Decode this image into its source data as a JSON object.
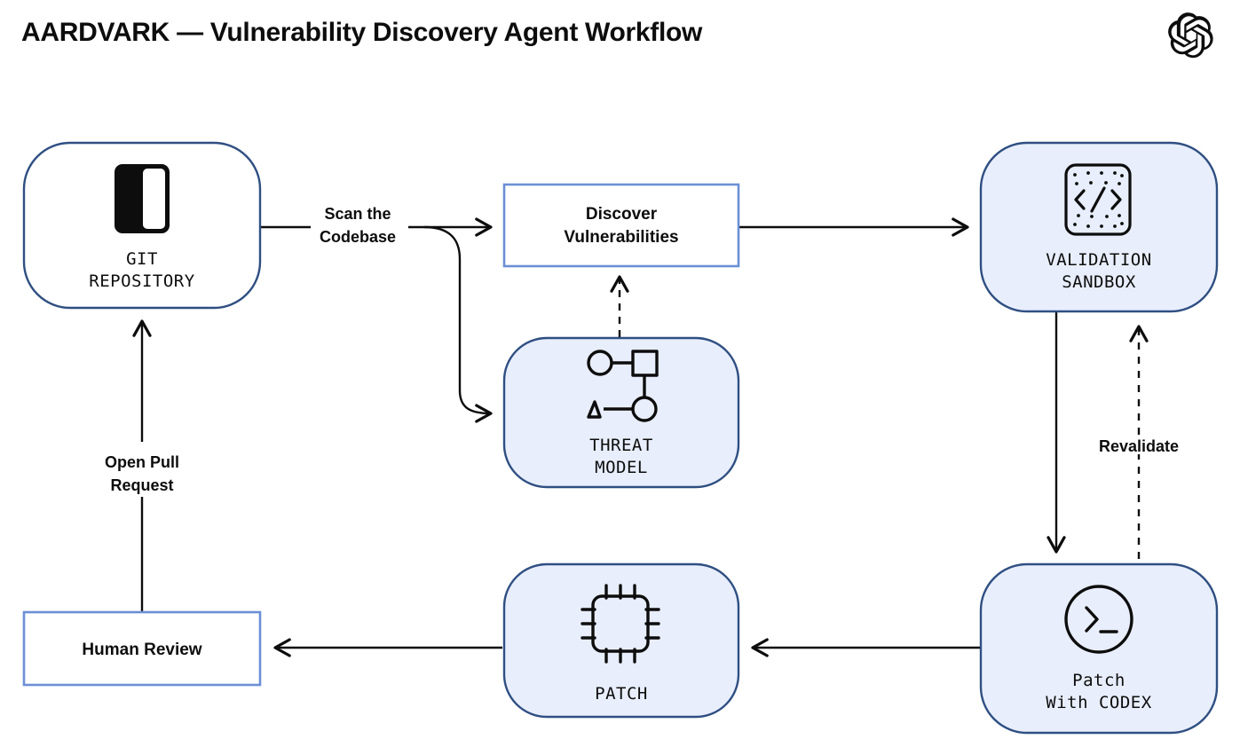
{
  "header": {
    "title": "AARDVARK — Vulnerability Discovery Agent Workflow",
    "logo_icon": "openai-logo-icon"
  },
  "diagram": {
    "type": "flowchart",
    "colors": {
      "node_fill_blue": "#e8eefc",
      "node_border_navy": "#2f4f82",
      "box_border_blue": "#6b8fd6",
      "box_fill_white": "#ffffff",
      "edge_stroke": "#0d0d0d",
      "text": "#0d0d0d"
    },
    "nodes": [
      {
        "id": "git-repository",
        "label_line1": "GIT",
        "label_line2": "REPOSITORY",
        "icon": "repository-split-square-icon",
        "shape": "rounded-rect",
        "fill": "white",
        "border": "navy"
      },
      {
        "id": "discover-vulnerabilities",
        "label_line1": "Discover",
        "label_line2": "Vulnerabilities",
        "icon": "none",
        "shape": "rect",
        "fill": "white",
        "border": "blue"
      },
      {
        "id": "threat-model",
        "label_line1": "THREAT",
        "label_line2": "MODEL",
        "icon": "graph-nodes-icon",
        "shape": "rounded-rect",
        "fill": "blue",
        "border": "navy"
      },
      {
        "id": "validation-sandbox",
        "label_line1": "VALIDATION",
        "label_line2": "SANDBOX",
        "icon": "code-brackets-sandbox-icon",
        "shape": "rounded-rect",
        "fill": "blue",
        "border": "navy"
      },
      {
        "id": "patch-with-codex",
        "label_line1": "Patch",
        "label_line2": "With CODEX",
        "icon": "terminal-prompt-circle-icon",
        "shape": "rounded-rect",
        "fill": "blue",
        "border": "navy"
      },
      {
        "id": "patch",
        "label_line1": "PATCH",
        "label_line2": "",
        "icon": "cpu-chip-icon",
        "shape": "rounded-rect",
        "fill": "blue",
        "border": "navy"
      },
      {
        "id": "human-review",
        "label_line1": "Human Review",
        "label_line2": "",
        "icon": "none",
        "shape": "rect",
        "fill": "white",
        "border": "blue"
      }
    ],
    "edges": [
      {
        "id": "scan-the-codebase",
        "from": "git-repository",
        "to": "discover-vulnerabilities",
        "label_line1": "Scan the",
        "label_line2": "Codebase",
        "style": "solid"
      },
      {
        "id": "scan-branch-to-threat-model",
        "from": "git-repository",
        "to": "threat-model",
        "label_line1": "",
        "label_line2": "",
        "style": "solid"
      },
      {
        "id": "threat-model-informs-discovery",
        "from": "threat-model",
        "to": "discover-vulnerabilities",
        "label_line1": "",
        "label_line2": "",
        "style": "dashed"
      },
      {
        "id": "discovery-to-sandbox",
        "from": "discover-vulnerabilities",
        "to": "validation-sandbox",
        "label_line1": "",
        "label_line2": "",
        "style": "solid"
      },
      {
        "id": "sandbox-to-codex",
        "from": "validation-sandbox",
        "to": "patch-with-codex",
        "label_line1": "",
        "label_line2": "",
        "style": "solid"
      },
      {
        "id": "revalidate",
        "from": "patch-with-codex",
        "to": "validation-sandbox",
        "label_line1": "Revalidate",
        "label_line2": "",
        "style": "dashed"
      },
      {
        "id": "codex-to-patch",
        "from": "patch-with-codex",
        "to": "patch",
        "label_line1": "",
        "label_line2": "",
        "style": "solid"
      },
      {
        "id": "patch-to-human-review",
        "from": "patch",
        "to": "human-review",
        "label_line1": "",
        "label_line2": "",
        "style": "solid"
      },
      {
        "id": "open-pull-request",
        "from": "human-review",
        "to": "git-repository",
        "label_line1": "Open Pull",
        "label_line2": "Request",
        "style": "solid"
      }
    ]
  }
}
